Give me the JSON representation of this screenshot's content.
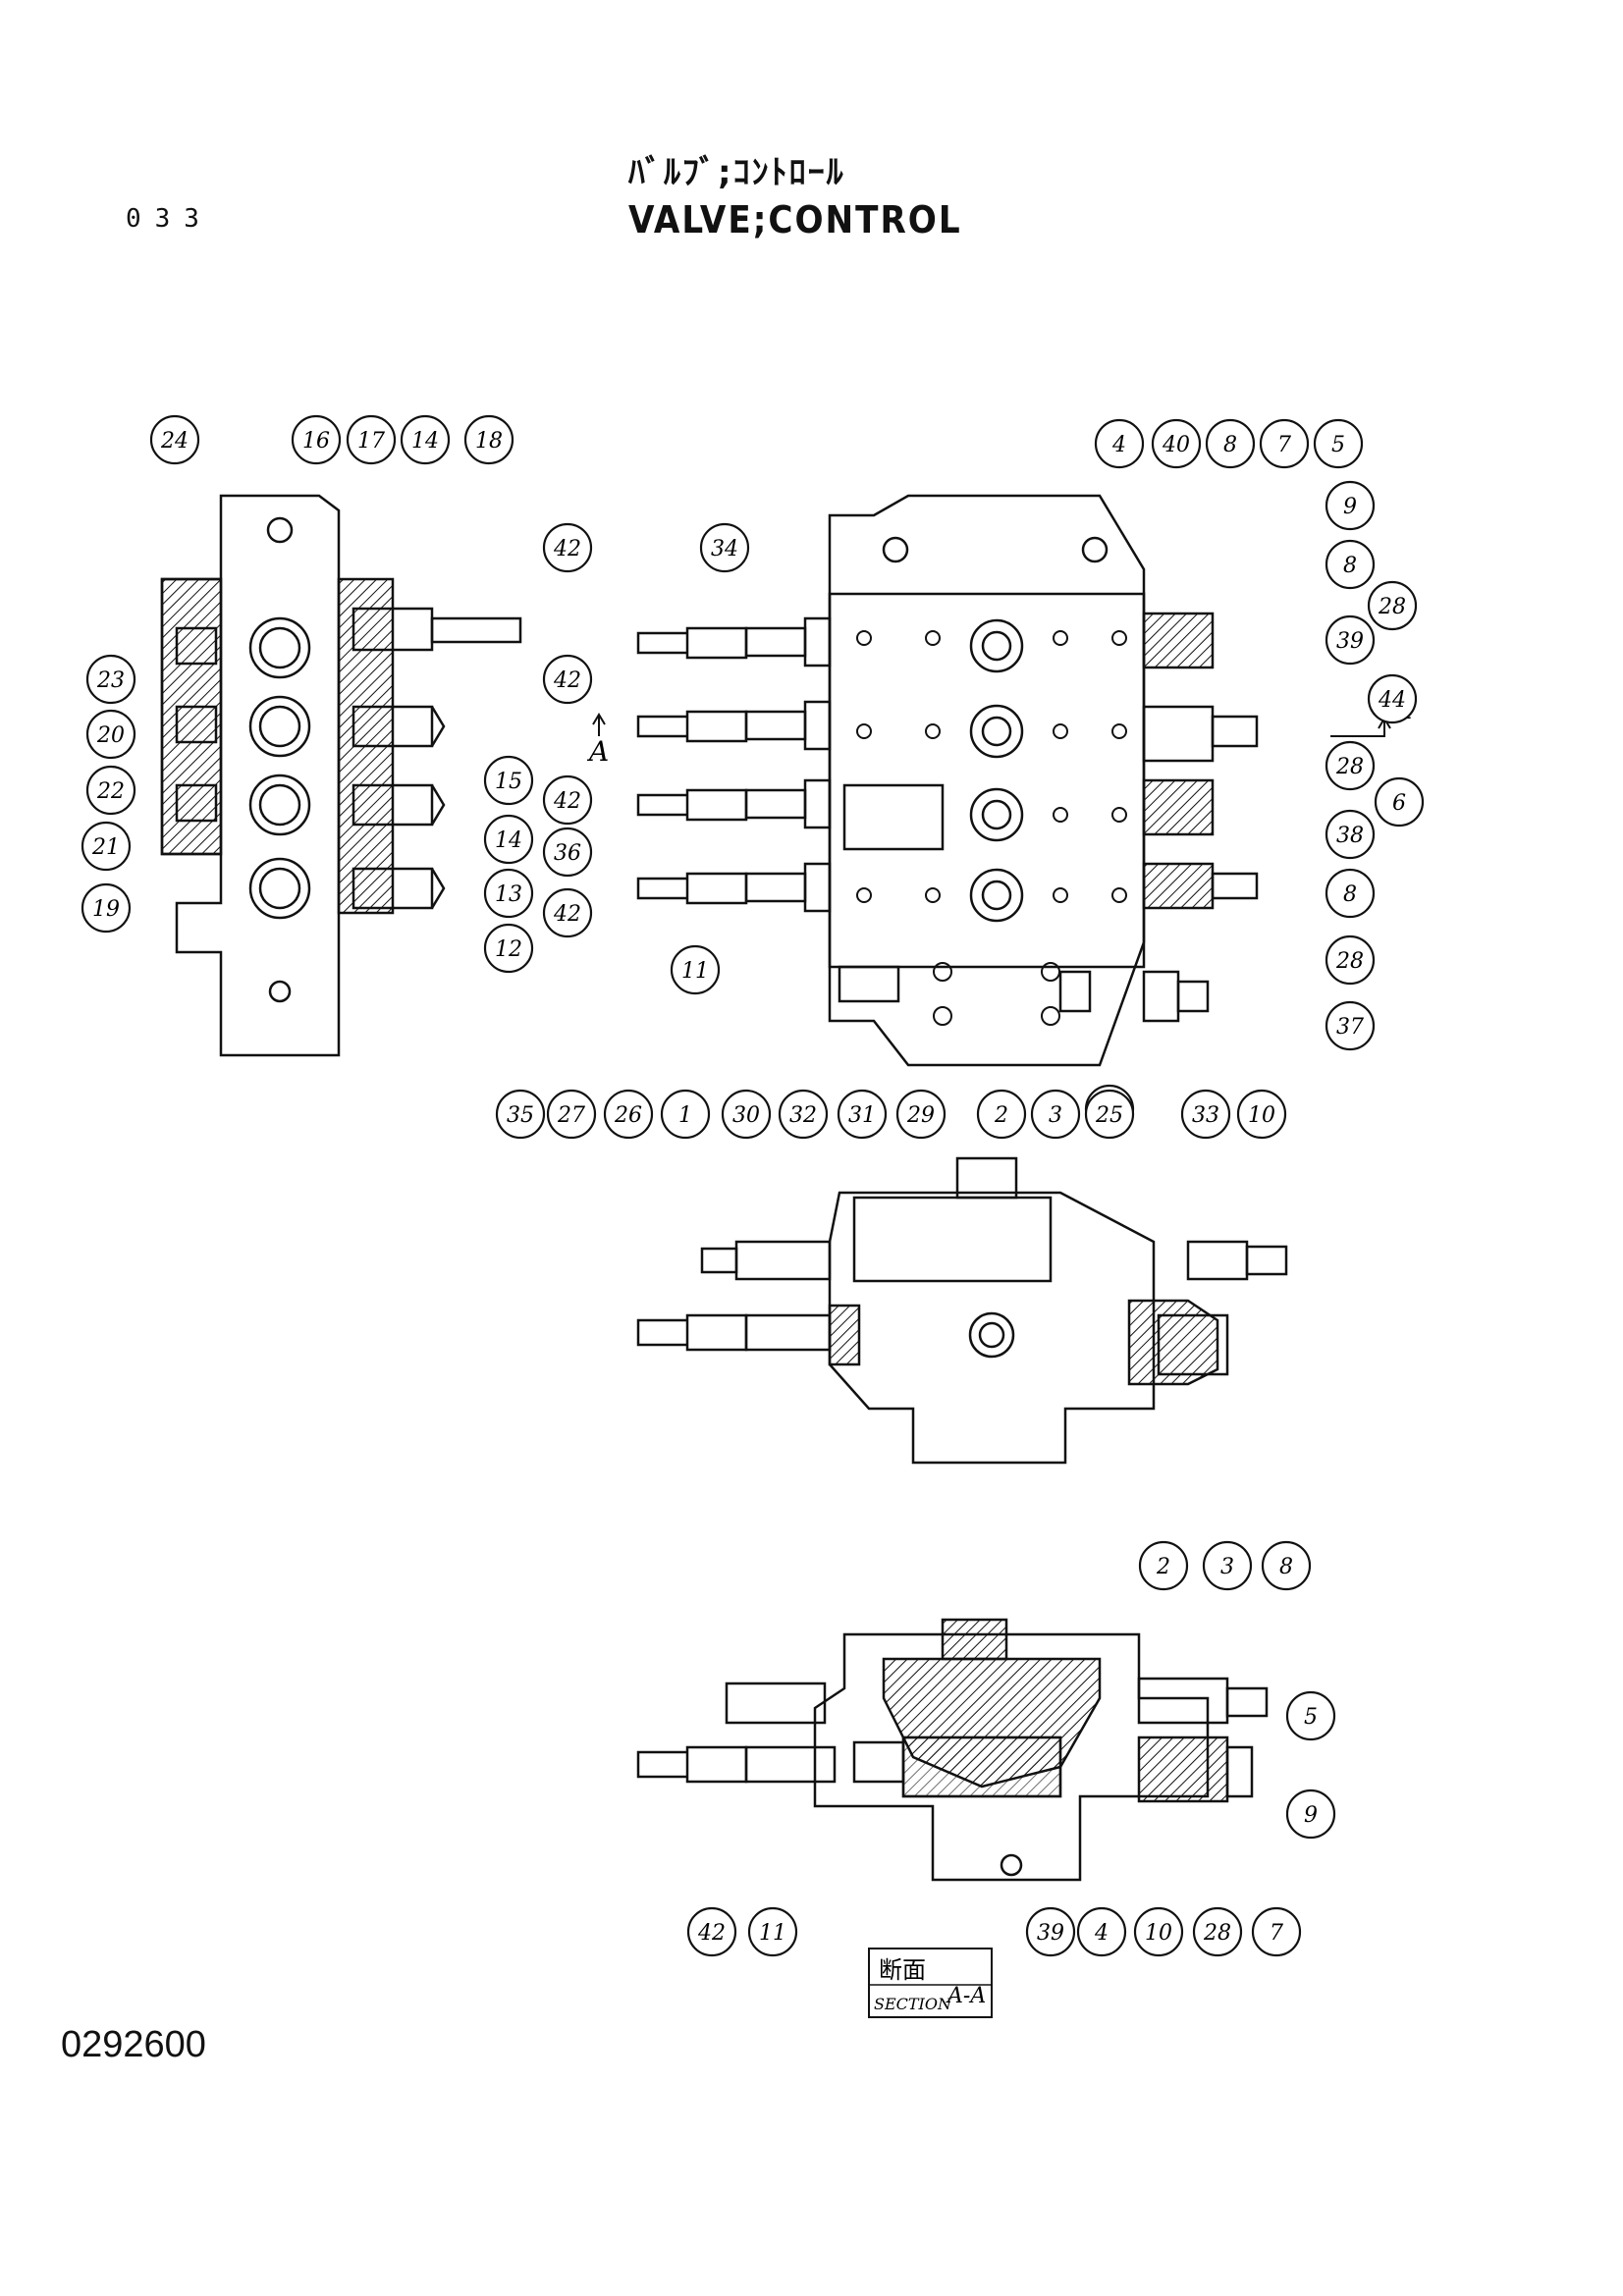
{
  "header": {
    "page_number": "033",
    "title_jp": "ﾊﾞﾙﾌﾞ;ｺﾝﾄﾛｰﾙ",
    "title_en": "VALVE;CONTROL"
  },
  "footer": {
    "reference_number": "0292600"
  },
  "section_label": {
    "jp": "断面",
    "en": "SECTION",
    "id": "A-A"
  },
  "section_markers": [
    "A",
    "A"
  ],
  "callouts": {
    "side_view": [
      "24",
      "16",
      "17",
      "14",
      "18",
      "23",
      "20",
      "22",
      "21",
      "19",
      "15",
      "14",
      "13",
      "12"
    ],
    "front_view": [
      "42",
      "34",
      "42",
      "42",
      "36",
      "42",
      "11",
      "4",
      "40",
      "8",
      "7",
      "5",
      "9",
      "8",
      "28",
      "39",
      "44",
      "28",
      "6",
      "38",
      "8",
      "28",
      "37",
      "25",
      "33",
      "10"
    ],
    "bottom_view": [
      "35",
      "27",
      "26",
      "1",
      "30",
      "32",
      "31",
      "29",
      "2",
      "3",
      "25"
    ],
    "section_view": [
      "2",
      "3",
      "8",
      "5",
      "9",
      "42",
      "11",
      "39",
      "4",
      "10",
      "28",
      "7"
    ]
  }
}
